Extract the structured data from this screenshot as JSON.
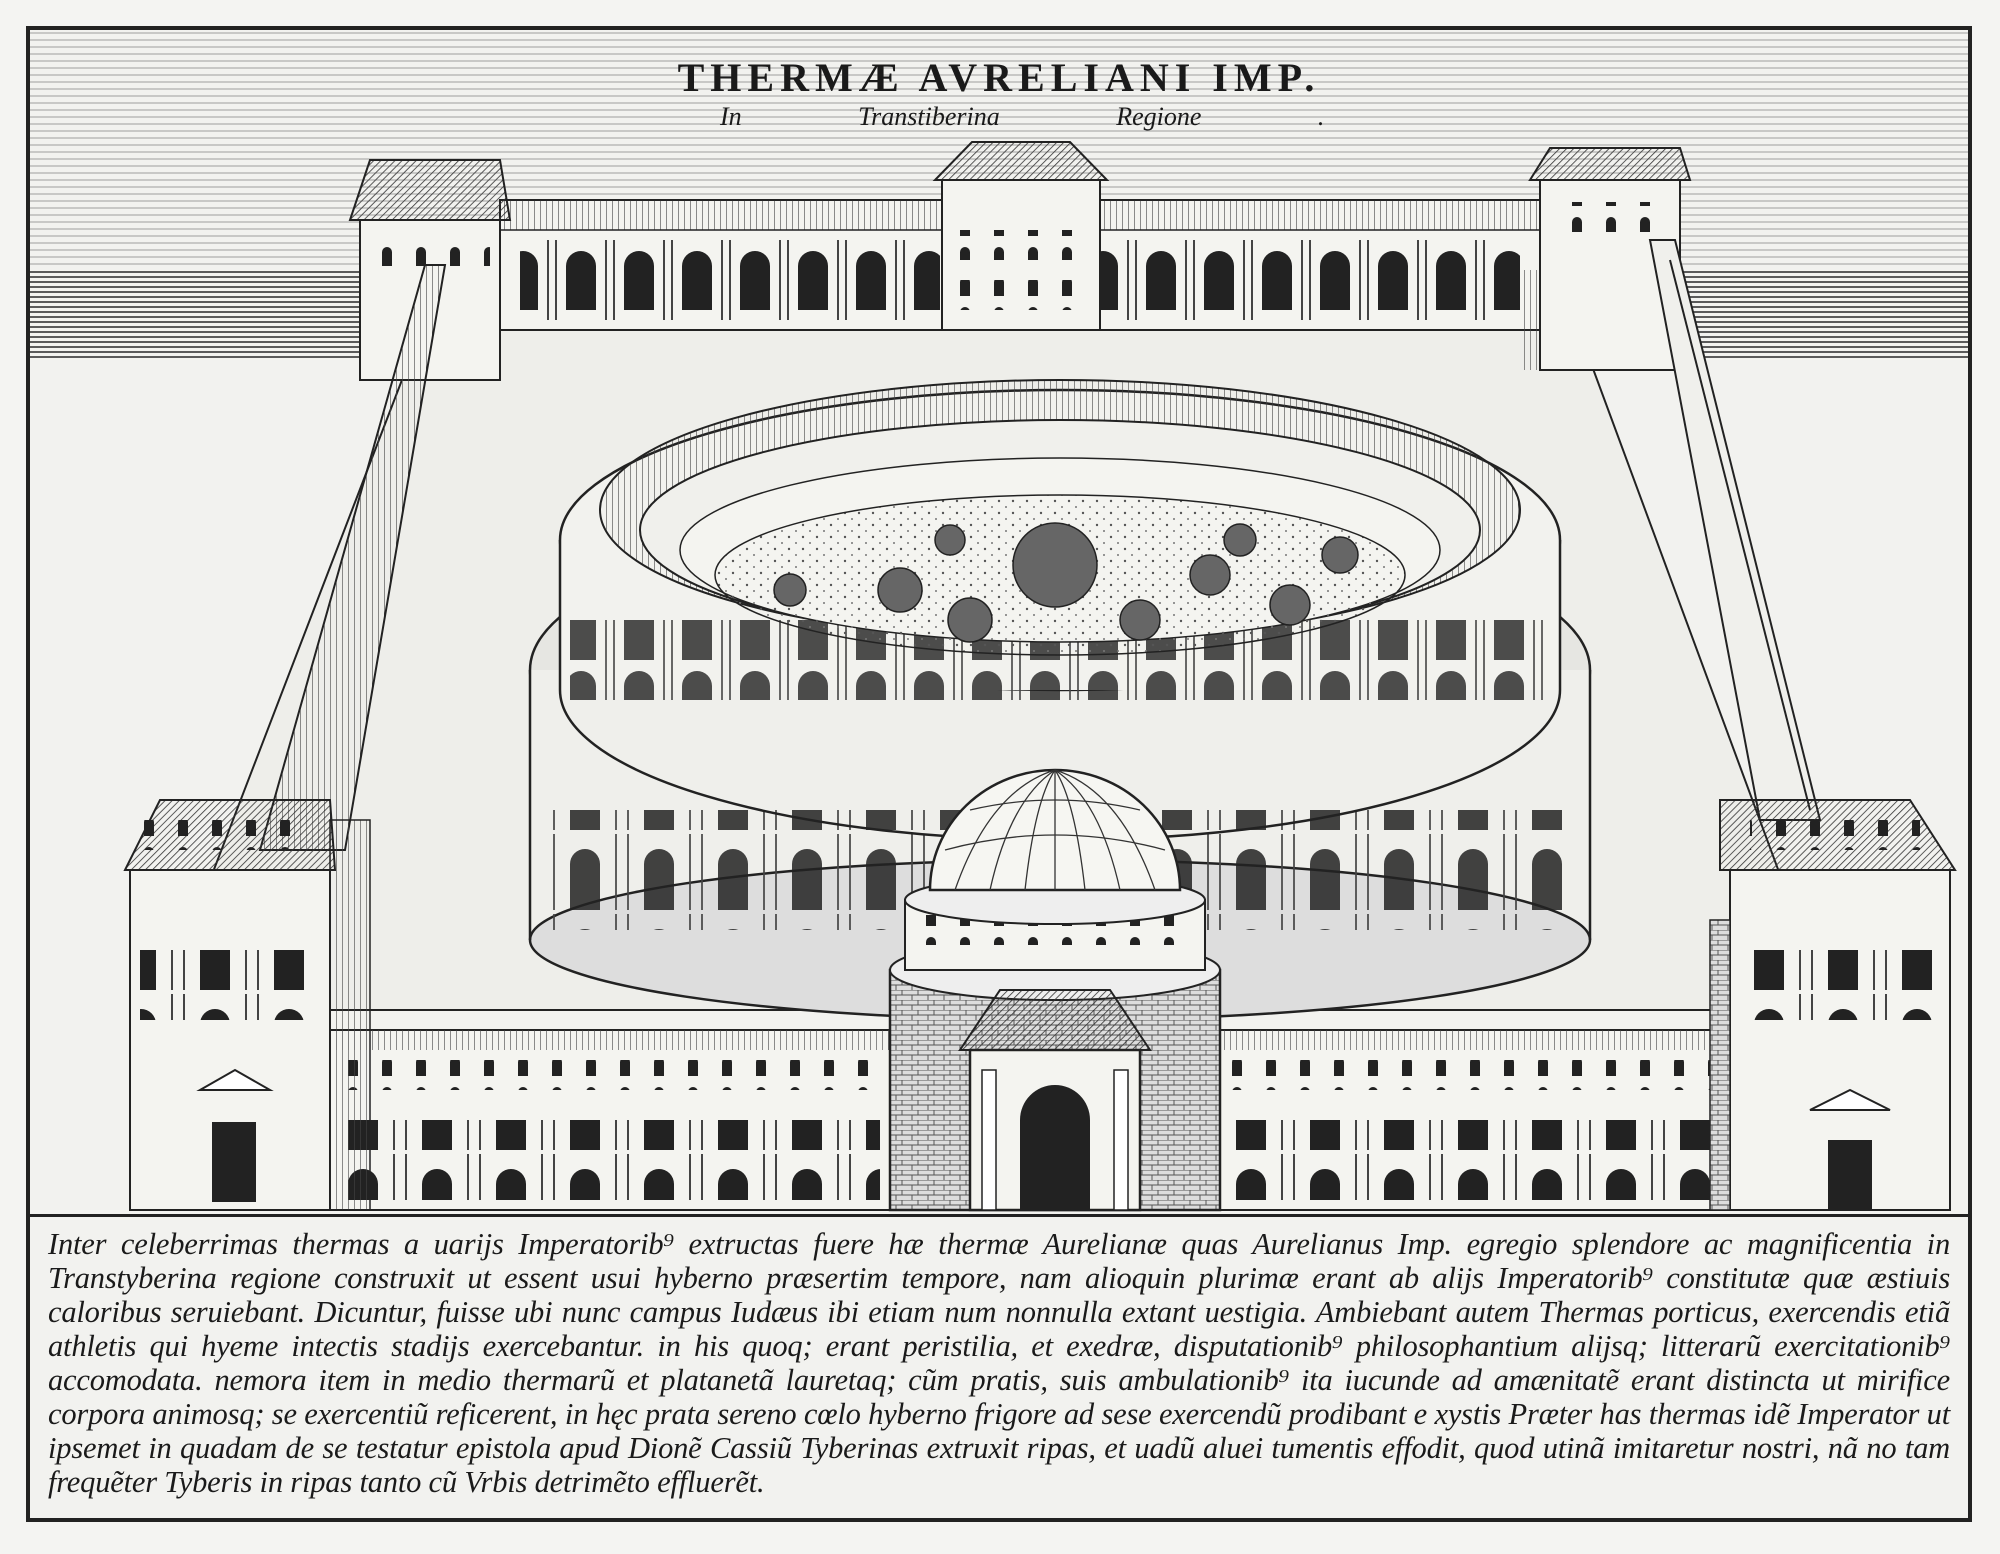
{
  "title": "THERMÆ AVRELIANI IMP.",
  "subtitle": "In Transtiberina Regione .",
  "caption": "Inter celeberrimas thermas a uarijs Imperatorib⁹ extructas fuere hæ thermæ Aurelianæ quas Aurelianus Imp. egregio splendore ac magnificentia in Transtyberina regione construxit ut essent usui hyberno præsertim tempore, nam alioquin plurimæ erant ab alijs Imperatorib⁹ constitutæ quæ æstiuis caloribus seruiebant. Dicuntur, fuisse ubi nunc campus Iudæus ibi etiam num nonnulla extant uestigia. Ambiebant autem Thermas porticus, exercendis etiã athletis qui hyeme intectis stadijs exercebantur. in his quoq; erant peristilia, et exedræ, disputationib⁹ philosophantium alijsq; litterarũ exercitationib⁹ accomodata. nemora item in medio thermarũ et platanetã lauretaq; cũm pratis, suis ambulationib⁹ ita iucunde ad amænitatẽ erant distincta ut mirifice corpora animosq; se exercentiũ reficerent, in hęc prata sereno cœlo hyberno frigore ad sese exercendũ prodibant e xystis Præter has thermas idẽ Imperator ut ipsemet in quadam de se testatur epistola apud Dionẽ Cassiũ Tyberinas extruxit ripas, et uadũ aluei tumentis effodit, quod utinã imitaretur nostri, nã no tam frequẽter Tyberis in ripas tanto cũ Vrbis detrimẽto effluerẽt."
}
